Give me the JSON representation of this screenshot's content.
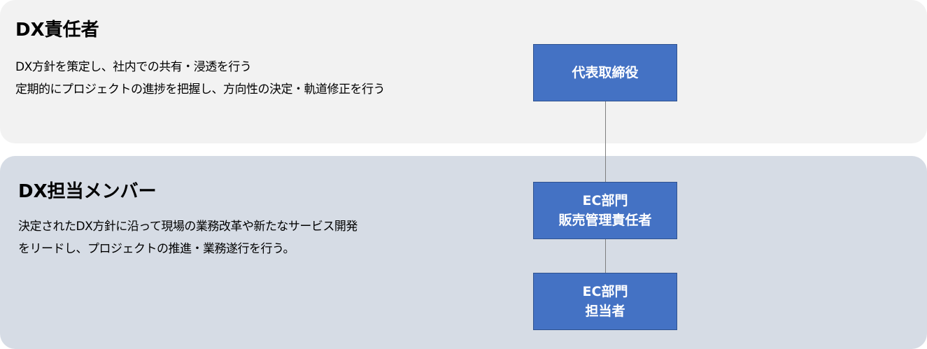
{
  "responsible": {
    "title": "DX責任者",
    "lines": [
      "DX方針を策定し、社内での共有・浸透を行う",
      "定期的にプロジェクトの進捗を把握し、方向性の決定・軌道修正を行う"
    ]
  },
  "members": {
    "title": "DX担当メンバー",
    "lines": [
      "決定されたDX方針に沿って現場の業務改革や新たなサービス開発",
      "をリードし、プロジェクトの推進・業務遂行を行う。"
    ]
  },
  "org": {
    "ceo": [
      "代表取締役"
    ],
    "ec_manager": [
      "EC部門",
      "販売管理責任者"
    ],
    "ec_staff": [
      "EC部門",
      "担当者"
    ]
  },
  "colors": {
    "box": "#4472c4",
    "panel_top": "#f2f2f2",
    "panel_bottom": "#d6dce5"
  }
}
